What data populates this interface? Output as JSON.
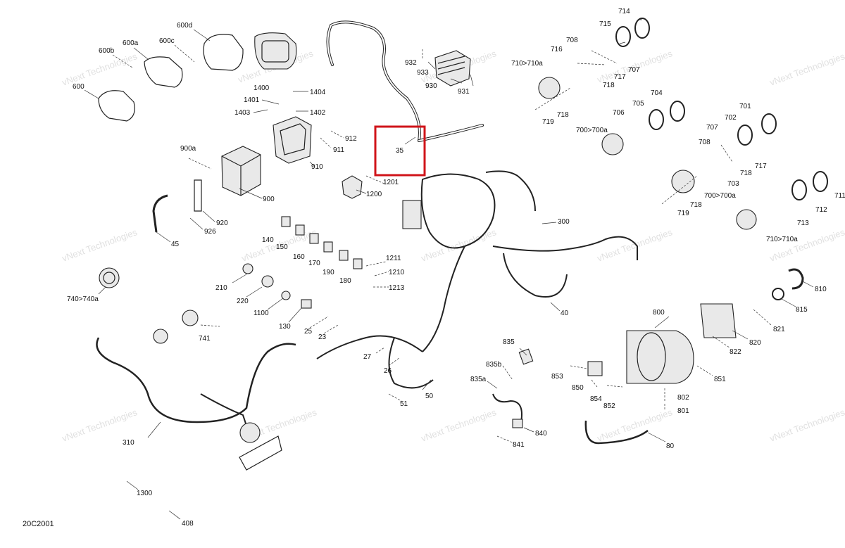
{
  "diagram": {
    "code": "20C2001",
    "highlighted_part": "35",
    "highlight_color": "#d0141a",
    "watermark": "vNext Technologies",
    "labels": [
      "600",
      "600a",
      "600b",
      "600c",
      "600d",
      "1400",
      "1401",
      "1402",
      "1403",
      "1404",
      "900",
      "900a",
      "910",
      "911",
      "912",
      "920",
      "926",
      "45",
      "932",
      "933",
      "930",
      "931",
      "35",
      "1200",
      "1201",
      "714",
      "715",
      "716",
      "708",
      "707",
      "717",
      "718",
      "719",
      "710>710a",
      "704",
      "705",
      "706",
      "700>700a",
      "701",
      "702",
      "703",
      "711",
      "712",
      "713",
      "140",
      "150",
      "160",
      "170",
      "180",
      "190",
      "210",
      "220",
      "1100",
      "130",
      "1211",
      "1210",
      "1213",
      "25",
      "23",
      "740>740a",
      "741",
      "300",
      "40",
      "27",
      "26",
      "50",
      "51",
      "310",
      "1300",
      "408",
      "835",
      "835b",
      "835a",
      "840",
      "841",
      "800",
      "802",
      "801",
      "851",
      "850",
      "853",
      "854",
      "852",
      "80",
      "810",
      "815",
      "821",
      "822",
      "820"
    ]
  }
}
